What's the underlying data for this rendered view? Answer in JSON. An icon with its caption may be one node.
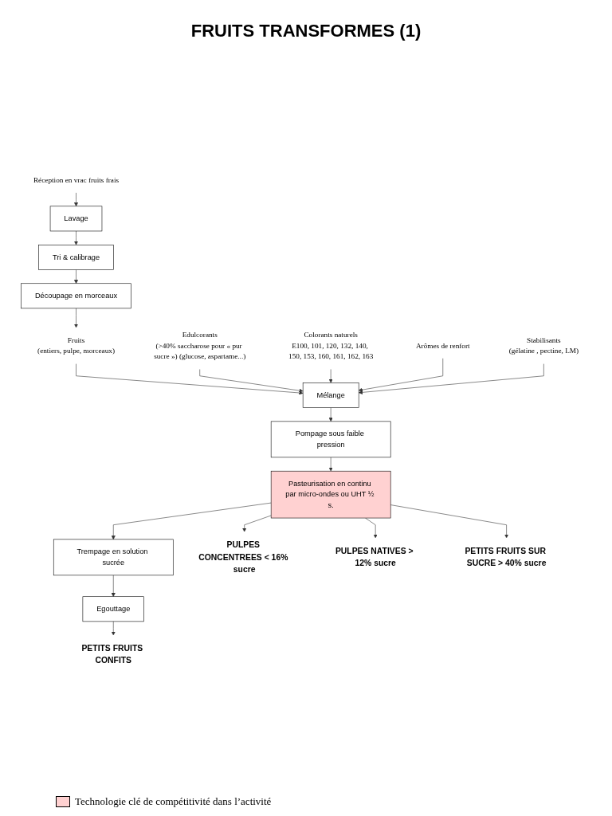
{
  "diagram": {
    "title": "FRUITS TRANSFORMES (1)",
    "nodes": [
      {
        "text": [
          "Réception en vrac fruits frais"
        ]
      },
      {
        "text": [
          "Lavage"
        ]
      },
      {
        "text": [
          "Tri & calibrage"
        ]
      },
      {
        "text": [
          "Découpage en morceaux"
        ]
      },
      {
        "text": [
          "Fruits",
          "(entiers, pulpe, morceaux)"
        ]
      },
      {
        "text": [
          "Edulcorants",
          "(>40% saccharose pour « pur sucre ») (glucose, aspartame...)"
        ]
      },
      {
        "text": [
          "Colorants naturels",
          "E100, 101, 120, 132, 140, 150, 153, 160, 161, 162, 163"
        ]
      },
      {
        "text": [
          "Mélange"
        ]
      },
      {
        "text": [
          "Arômes de renfort"
        ]
      },
      {
        "text": [
          "Stabilisants",
          "(gélatine , pectine, LM)"
        ]
      },
      {
        "text": [
          "Pompage sous faible pression"
        ]
      },
      {
        "text": [
          "Pasteurisation en continu par micro-ondes ou UHT ½ s."
        ]
      },
      {
        "text": [
          "Trempage en solution sucrée"
        ]
      },
      {
        "text": [
          "Egouttage"
        ]
      },
      {
        "text": [
          "PULPES CONCENTREES < 16% sucre"
        ]
      },
      {
        "text": [
          "PULPES NATIVES > 12% sucre"
        ]
      },
      {
        "text": [
          "PETITS FRUITS CONFITS"
        ]
      },
      {
        "text": [
          "PETITS FRUITS SUR SUCRE > 40% sucre"
        ]
      }
    ],
    "edges": [
      {
        "from": 0,
        "to": 1,
        "arrow": "to"
      },
      {
        "from": 1,
        "to": 2,
        "arrow": "to"
      },
      {
        "from": 2,
        "to": 3,
        "arrow": "to"
      },
      {
        "from": 3,
        "to": 4,
        "arrow": "to"
      },
      {
        "from": 4,
        "to": 7,
        "arrow": "to"
      },
      {
        "from": 5,
        "to": 7,
        "arrow": "to"
      },
      {
        "from": 6,
        "to": 7,
        "arrow": "to"
      },
      {
        "from": 8,
        "to": 7,
        "arrow": "to"
      },
      {
        "from": 9,
        "to": 7,
        "arrow": "to"
      },
      {
        "from": 7,
        "to": 10,
        "arrow": "to"
      },
      {
        "from": 10,
        "to": 11,
        "arrow": "to"
      },
      {
        "from": 11,
        "to": 14,
        "arrow": "to"
      },
      {
        "from": 11,
        "to": 15,
        "arrow": "to"
      },
      {
        "from": 11,
        "to": 12,
        "arrow": "to"
      },
      {
        "from": 11,
        "to": 17,
        "arrow": "to"
      },
      {
        "from": 12,
        "to": 13,
        "arrow": "to"
      },
      {
        "from": 13,
        "to": 16,
        "arrow": "to"
      }
    ],
    "legend": [
      {
        "text": "Technologie clé de compétitivité dans l’activité",
        "color": "#ffd1d1"
      }
    ]
  }
}
